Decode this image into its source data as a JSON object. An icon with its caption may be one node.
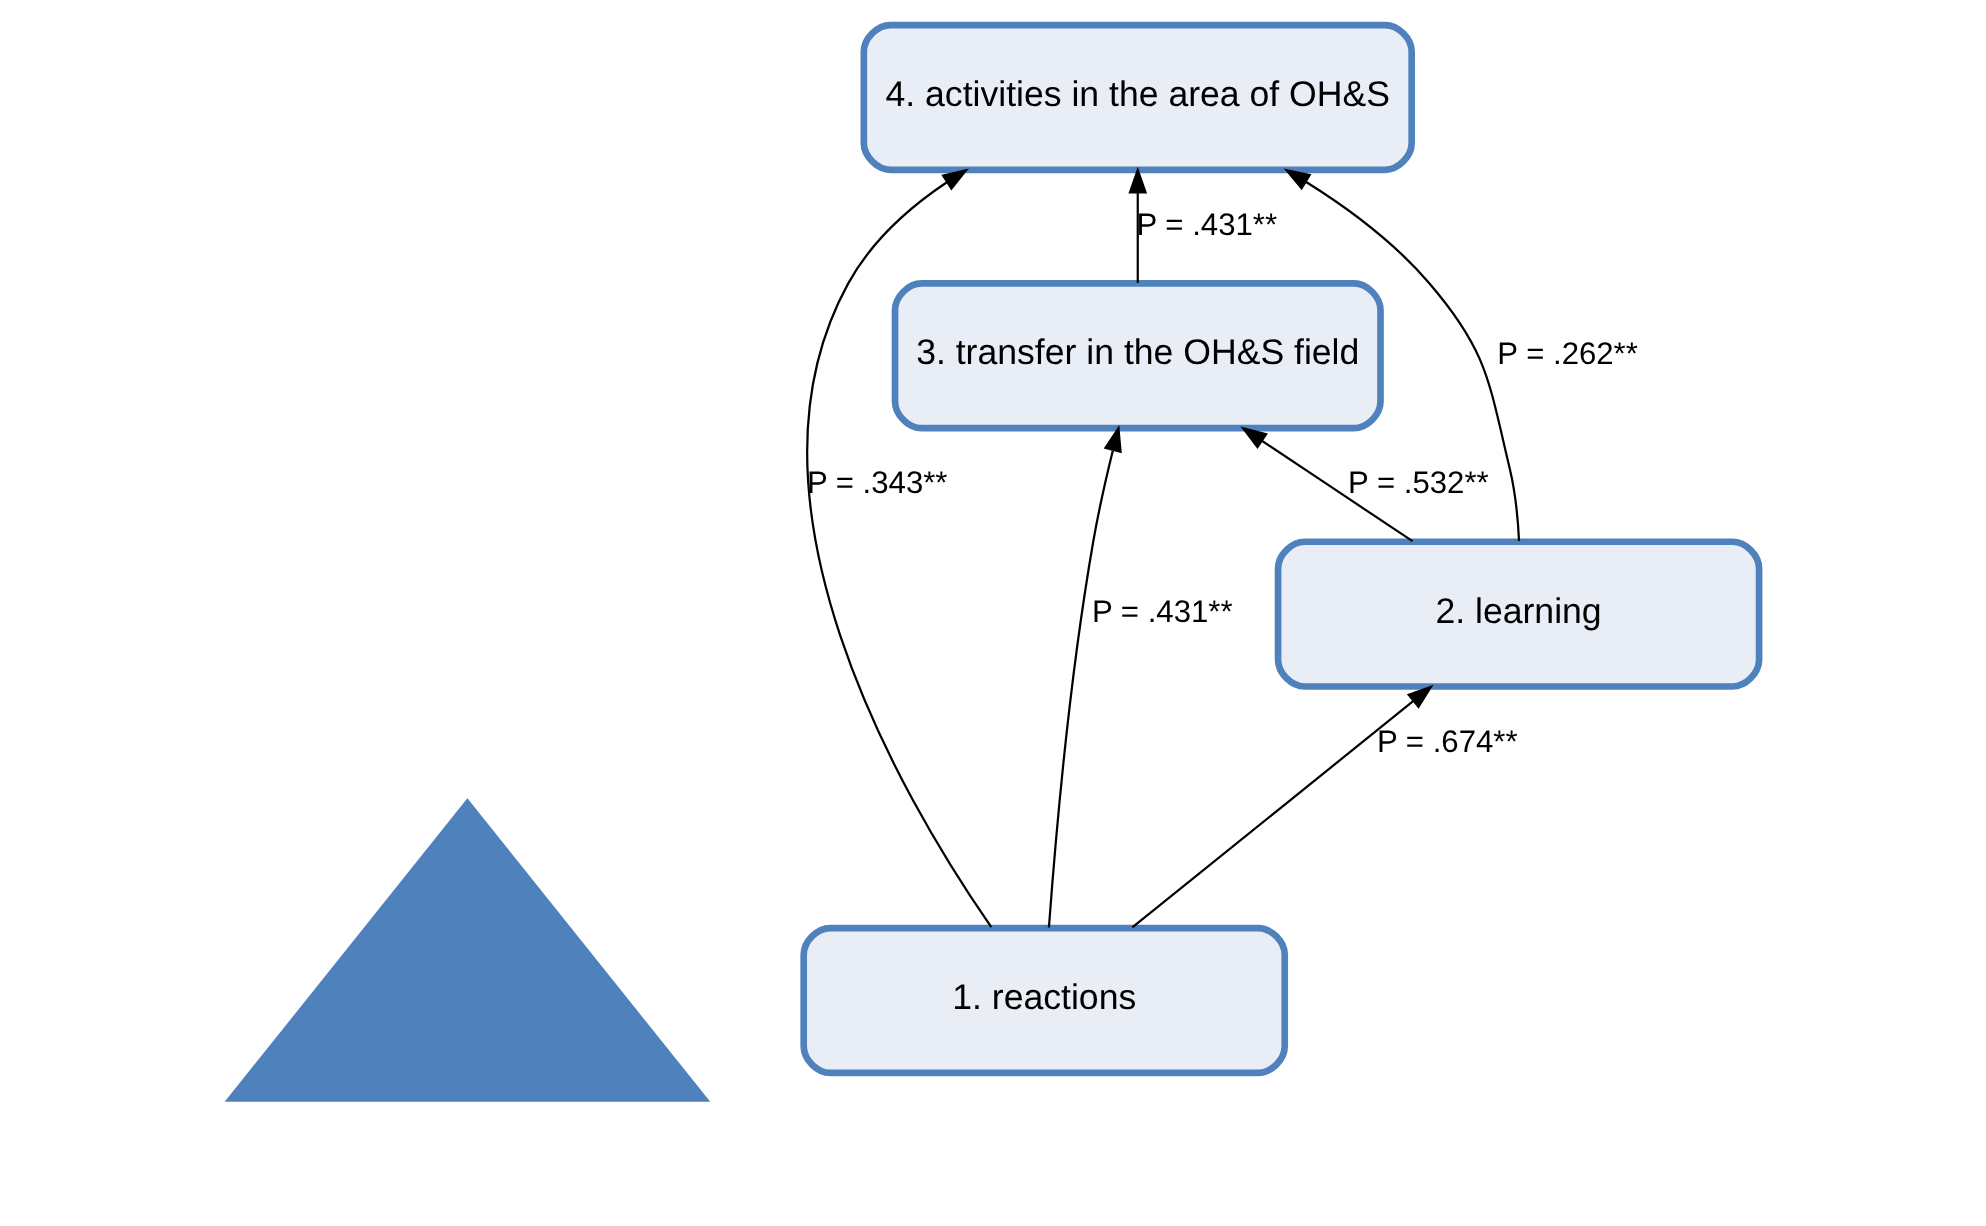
{
  "diagram": {
    "nodes": [
      {
        "text": [],
        "shape": "triangle"
      },
      {
        "text": [
          "4. activities in the area of OH&S"
        ]
      },
      {
        "text": [
          "3. transfer in the OH&S field"
        ]
      },
      {
        "text": [
          "2. learning"
        ]
      },
      {
        "text": [
          "1. reactions"
        ]
      }
    ],
    "edges": [
      {
        "from": 4,
        "to": 3,
        "arrow": "to",
        "label": "P = .674**"
      },
      {
        "from": 3,
        "to": 2,
        "arrow": "to",
        "label": "P = .532**"
      },
      {
        "from": 2,
        "to": 1,
        "arrow": "to",
        "label": "P = .431**"
      },
      {
        "from": 4,
        "to": 2,
        "arrow": "to",
        "label": "P = .431**"
      },
      {
        "from": 4,
        "to": 1,
        "arrow": "to",
        "label": "P = .343**"
      },
      {
        "from": 3,
        "to": 1,
        "arrow": "to",
        "label": "P = .262**"
      }
    ]
  }
}
